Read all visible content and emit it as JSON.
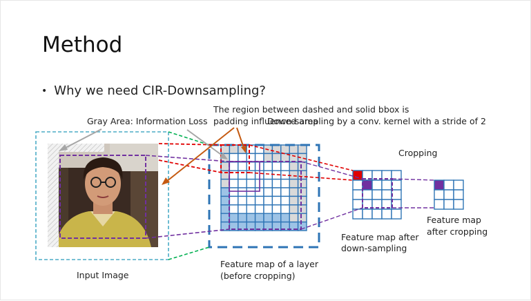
{
  "slide": {
    "title": "Method",
    "bullet": "Why we need CIR-Downsampling?"
  },
  "labels": {
    "gray_area": "Gray Area: Information Loss",
    "region_line1": "The region between dashed and solid bbox is",
    "region_line2": "padding influenced area",
    "downsampling": "Down-sampling by a conv. kernel with a stride of 2",
    "cropping": "Cropping",
    "input_image": "Input Image",
    "feature_layer_line1": "Feature map of a layer",
    "feature_layer_line2": "(before cropping)",
    "feature_after_ds_line1": "Feature map after",
    "feature_after_ds_line2": "down-sampling",
    "feature_after_crop_line1": "Feature map",
    "feature_after_crop_line2": "after cropping"
  },
  "colors": {
    "grid_blue": "#2e74b5",
    "cell_fill": "#9dc3e6",
    "gray_cell": "#bfbfbf",
    "light_cell": "#d9d9d9",
    "bbox_purple": "#7030a0",
    "red": "#e00000",
    "green": "#00b050",
    "orange": "#c55a11",
    "teal_border": "#4bacc6",
    "gray_arrow": "#a6a6a6"
  }
}
